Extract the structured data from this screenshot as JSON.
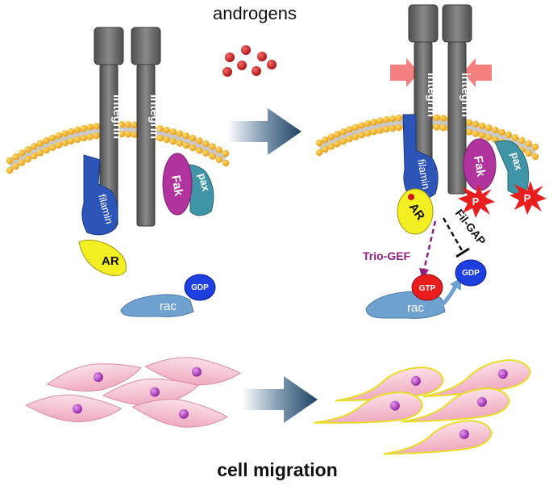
{
  "labels": {
    "androgens": "androgens",
    "integrin": "integrin",
    "filamin": "filamin",
    "fak": "Fak",
    "pax": "pax",
    "ar": "AR",
    "rac": "rac",
    "gdp": "GDP",
    "gtp": "GTP",
    "p": "P",
    "trio_gef": "Trio-GEF",
    "fil_gap": "Fil-GAP",
    "cell_migration": "cell migration"
  },
  "colors": {
    "integrin": "#6e6e6e",
    "membrane_head": "#f0b21c",
    "filamin": "#2d55b8",
    "fak": "#b0339e",
    "pax": "#3f94a6",
    "ar": "#f4ef22",
    "rac": "#6fa2cf",
    "gdp": "#1d3fe0",
    "gtp": "#e81e1e",
    "phospho": "#e81e1e",
    "androgen": "#cc1b1b",
    "arrow": "#254a68",
    "trio_gef": "#8d1f80",
    "cell": "#f6c3d2",
    "nucleus": "#b12fbf",
    "migrating_outline": "#e8dd2a",
    "compress_arrow": "#f36a6a"
  }
}
